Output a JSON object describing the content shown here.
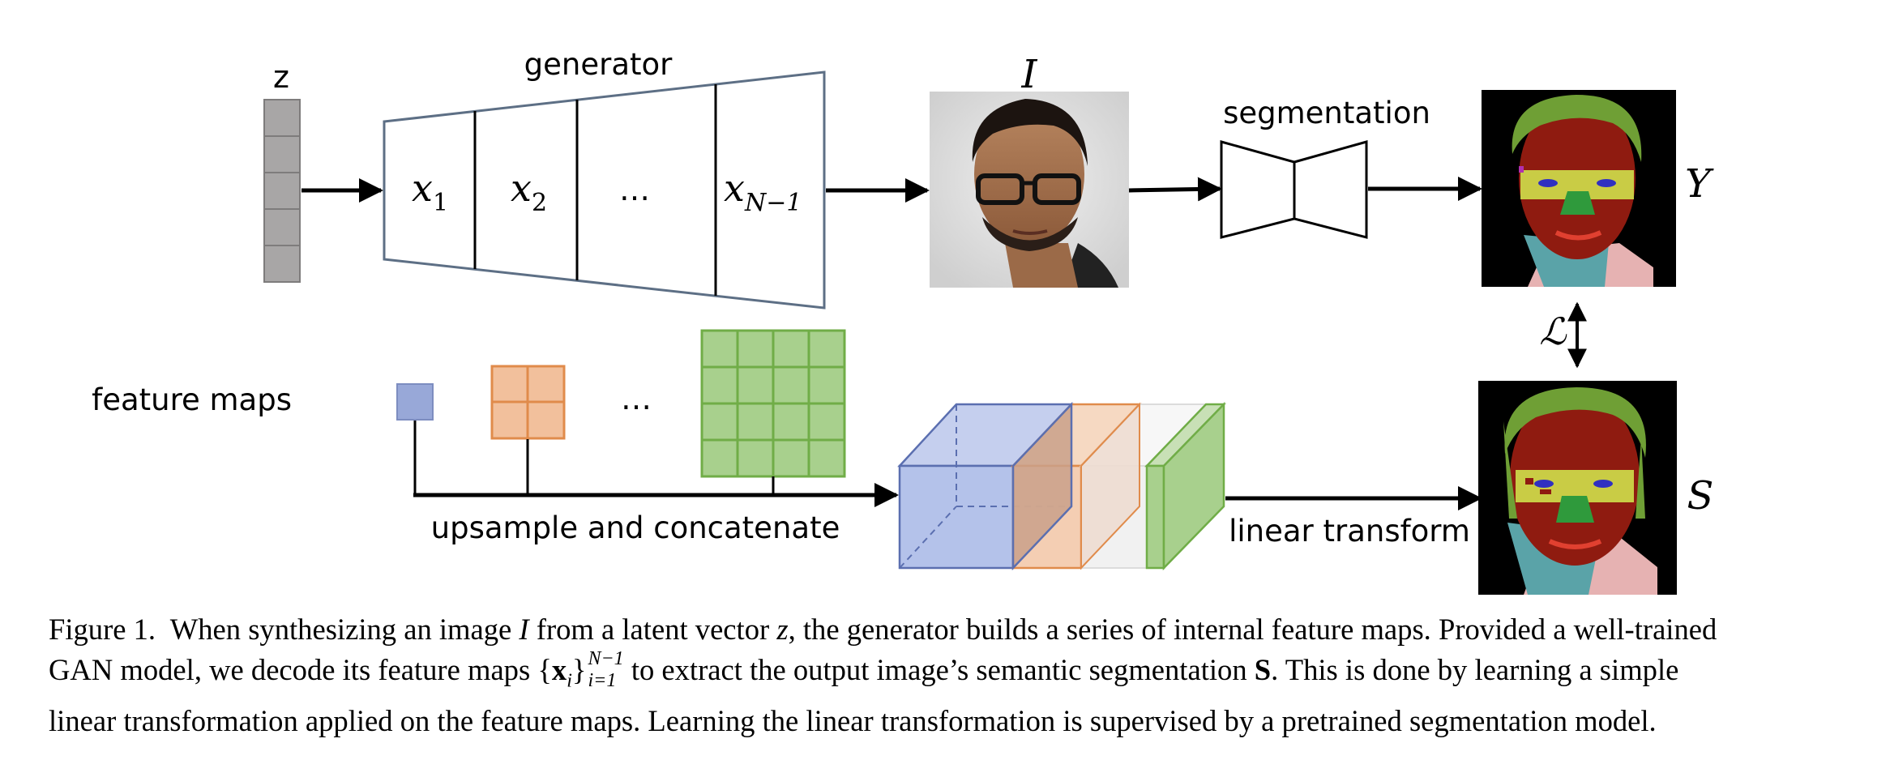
{
  "diagram": {
    "latent_label": "z",
    "generator_title": "generator",
    "generator_layers": [
      "x",
      "x",
      "…",
      "x"
    ],
    "generator_layer_subscripts": [
      "1",
      "2",
      "",
      "N−1"
    ],
    "image_label": "I",
    "segmentation_title": "segmentation",
    "seg_output_label": "Y",
    "loss_label": "ℒ",
    "pred_output_label": "S",
    "feature_maps_label": "feature maps",
    "feature_ellipsis": "…",
    "upsample_label": "upsample and concatenate",
    "linear_label": "linear transform",
    "colors": {
      "latent": "#a8a6a6",
      "feature_blue": "#98a8d8",
      "feature_orange": "#f2c09c",
      "feature_green": "#a8d08d",
      "outline_slate": "#5d6f85",
      "seg_skin": "#8f1b10",
      "seg_hair": "#6f9f35",
      "seg_glasses": "#c9cc45",
      "seg_neck": "#5aa3a8",
      "seg_cloth": "#e6b2b2"
    }
  },
  "caption": {
    "fig": "Figure 1.",
    "t1": "When synthesizing an image",
    "I": "I",
    "t2": "from a latent vector",
    "z": "z",
    "t3": ", the generator builds a series of internal feature maps. Provided a well-trained",
    "t4": "GAN model, we decode its feature maps",
    "set_open": "{",
    "set_x": "x",
    "set_i": "i",
    "set_close": "}",
    "set_sup": "N−1",
    "set_sub": "i=1",
    "t5": "to extract the output image’s semantic segmentation",
    "S": "S",
    "t6": ". This is done by learning a simple",
    "t7": "linear transformation applied on the feature maps. Learning the linear transformation is supervised by a pretrained segmentation model."
  }
}
